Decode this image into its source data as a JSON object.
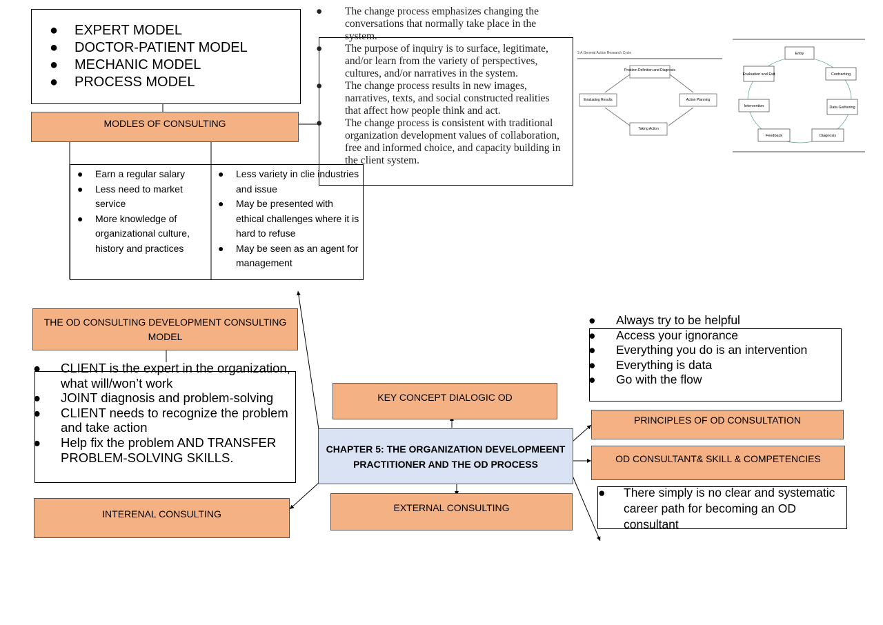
{
  "models": {
    "items": [
      "EXPERT MODEL",
      "DOCTOR-PATIENT MODEL",
      "MECHANIC MODEL",
      "PROCESS MODEL"
    ]
  },
  "modles_title": "MODLES OF CONSULTING",
  "internal_pros": [
    "Earn a regular salary",
    "Less need to market service",
    "More knowledge of organizational culture, history and practices"
  ],
  "internal_cons": [
    "Less variety in clie industries and issue",
    "May be presented with ethical challenges where it is hard to refuse",
    "May be seen as an agent for management"
  ],
  "dialogic": [
    "The change process emphasizes changing the conversations that normally take place in the system.",
    "The purpose of inquiry is to surface, legitimate, and/or learn from the variety of perspectives, cultures, and/or narratives in the system.",
    "The change process results in new images, narratives, texts, and social constructed realities that affect how people think and act.",
    "The change process is consistent with traditional organization development values of collaboration, free and informed choice, and capacity building in the client system."
  ],
  "action_cycle": {
    "caption": "3.A General Action Research Cycle",
    "nodes": [
      "Problem Definition and Diagnosis",
      "Action Planning",
      "Taking Action",
      "Evaluating Results"
    ]
  },
  "consulting_cycle": {
    "nodes": [
      "Entry",
      "Contracting",
      "Data Gathering",
      "Diagnosis",
      "Feedback",
      "Intervention",
      "Evaluation and Exit"
    ]
  },
  "od_model_title": "THE OD CONSULTING DEVELOPMENT CONSULTING MODEL",
  "od_model_items": [
    "CLIENT is the expert in the organization, what will/won’t work",
    "JOINT diagnosis and problem-solving",
    "CLIENT needs to recognize the problem and take action",
    "Help fix the problem AND TRANSFER PROBLEM-SOLVING SKILLS."
  ],
  "key_concept": "KEY CONCEPT DIALOGIC OD",
  "chapter": "CHAPTER 5: THE ORGANIZATION DEVELOPMEENT PRACTITIONER AND THE OD PROCESS",
  "internal_consulting": "INTERENAL CONSULTING",
  "external_consulting": "EXTERNAL CONSULTING",
  "principles_items": [
    "Always try to be helpful",
    "Access your ignorance",
    "Everything you do is an intervention",
    "Everything is data",
    "Go with the flow"
  ],
  "principles_title": "PRINCIPLES OF OD CONSULTATION",
  "skills_title": "OD CONSULTANT& SKILL & COMPETENCIES",
  "career_text": "There simply is no clear and systematic career path for becoming an OD consultant"
}
